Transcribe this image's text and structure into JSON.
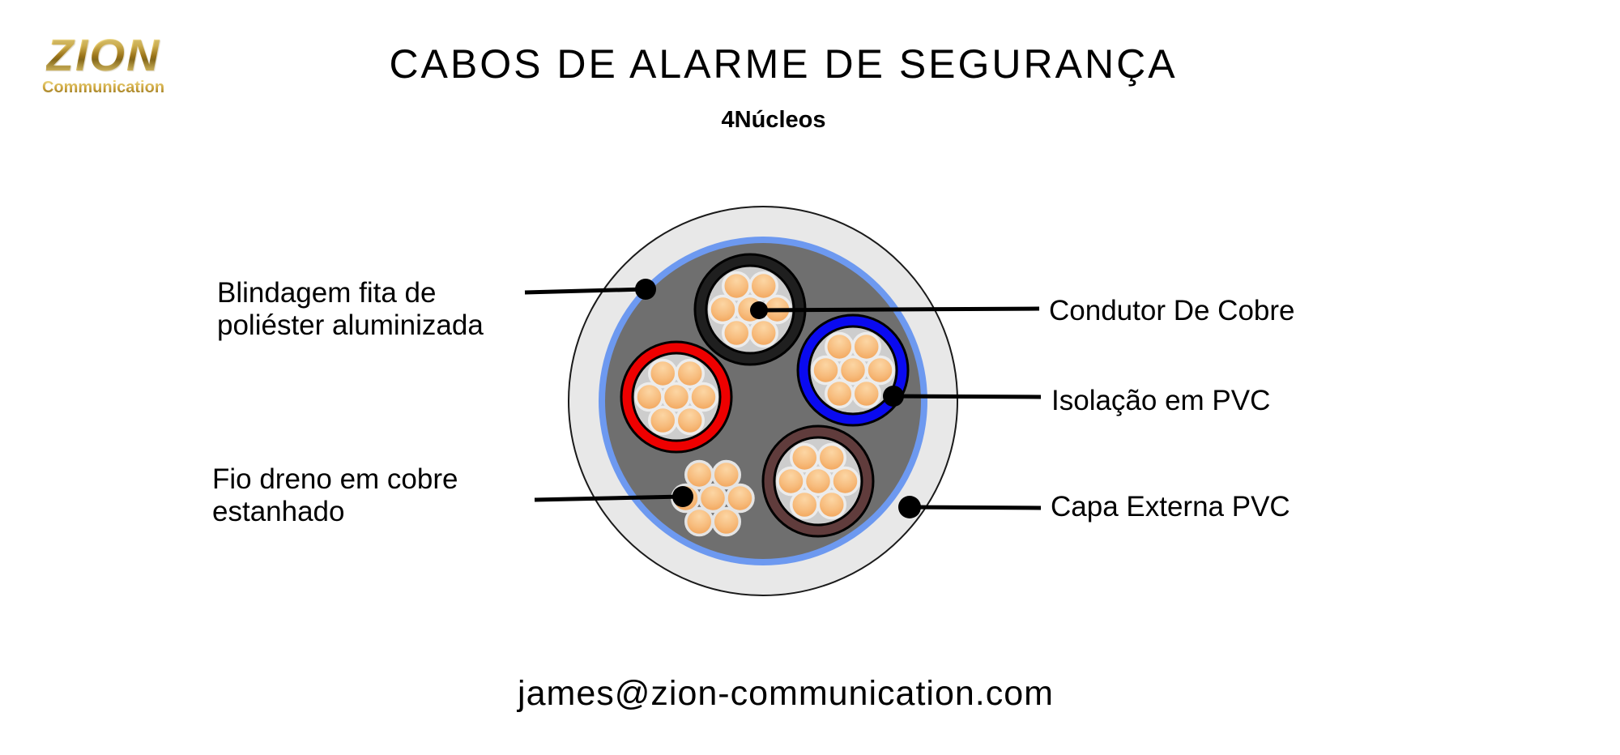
{
  "logo": {
    "brand": "ZION",
    "subtitle": "Communication"
  },
  "header": {
    "title": "CABOS DE ALARME DE SEGURANÇA",
    "subtitle": "4Núcleos"
  },
  "labels": {
    "shield": {
      "line1": "Blindagem fita de",
      "line2": "poliéster aluminizada"
    },
    "drain": {
      "line1": "Fio dreno em cobre",
      "line2": "estanhado"
    },
    "conductor": "Condutor De Cobre",
    "insulation": "Isolação em PVC",
    "jacket": "Capa Externa PVC"
  },
  "footer": {
    "email": "james@zion-communication.com"
  },
  "colors": {
    "jacket_fill": "#e8e8e8",
    "jacket_outline": "#1a1a1a",
    "shield_band": "#6d99f0",
    "filler": "#6f6f6f",
    "backing": "#cdcdcd",
    "strand_light": "#fcd6a4",
    "strand_dark": "#f1a155",
    "strand_outline": "#ececec",
    "drain_strand_outline": "#e4e4e4",
    "leader": "#000000"
  },
  "diagram": {
    "cores": [
      {
        "name": "black",
        "color": "#1f1f1f",
        "strands": 7
      },
      {
        "name": "blue",
        "color": "#0a0af0",
        "strands": 7
      },
      {
        "name": "red",
        "color": "#ee0000",
        "strands": 7
      },
      {
        "name": "brown",
        "color": "#603c3c",
        "strands": 7
      }
    ],
    "drain_strands": 7
  }
}
